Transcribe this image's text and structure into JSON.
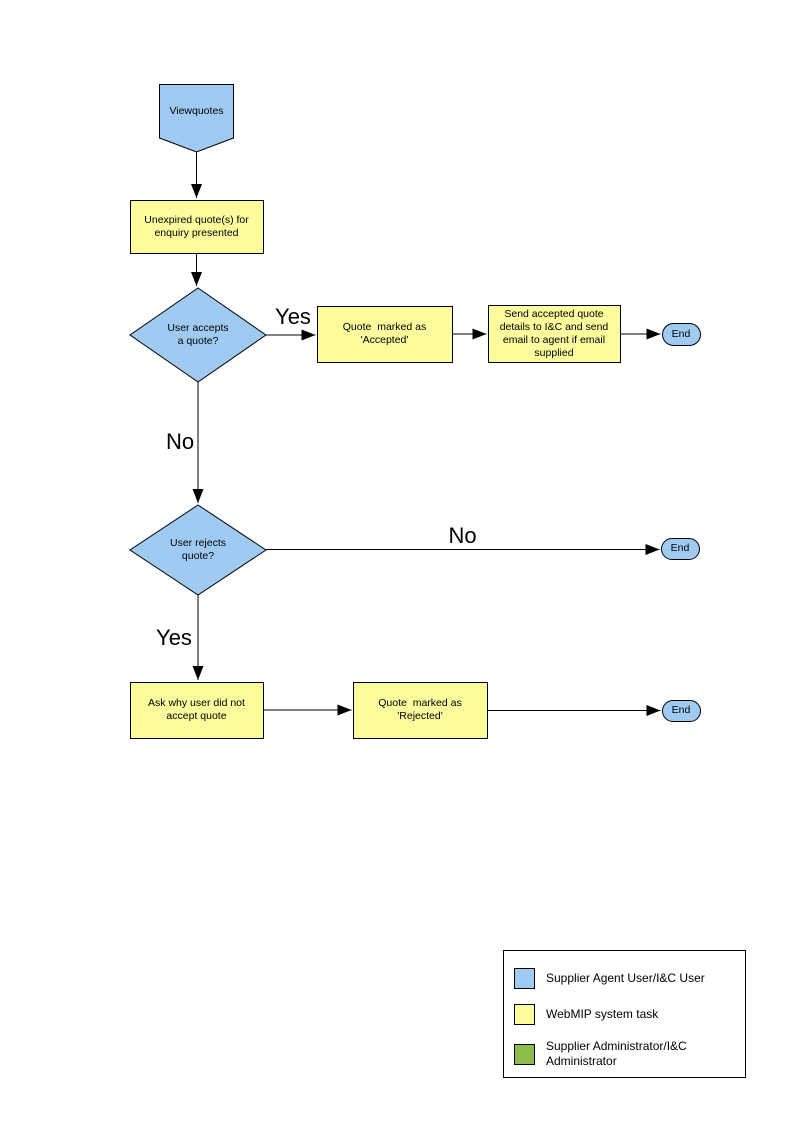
{
  "flow": {
    "nodes": {
      "start": {
        "label": "Viewquotes"
      },
      "present": {
        "label": "Unexpired quote(s) for\nenquiry presented"
      },
      "accept": {
        "label": "User accepts\na quote?"
      },
      "accepted": {
        "label": "Quote  marked as\n'Accepted'"
      },
      "send": {
        "label": "Send accepted quote\ndetails to I&C and send\nemail to agent if email\nsupplied"
      },
      "end_accept": {
        "label": "End"
      },
      "reject": {
        "label": "User rejects\nquote?"
      },
      "end_reject": {
        "label": "End"
      },
      "ask": {
        "label": "Ask why user did not\naccept quote"
      },
      "rejected": {
        "label": "Quote  marked as\n'Rejected'"
      },
      "end_rejected": {
        "label": "End"
      }
    },
    "edge_labels": {
      "accept_yes": "Yes",
      "accept_no": "No",
      "reject_no": "No",
      "reject_yes": "Yes"
    }
  },
  "colors": {
    "actor_blue": "#9FCBF2",
    "task_yellow": "#FCFC9C",
    "admin_green": "#8DBB4C",
    "connector": "#000000"
  },
  "legend": {
    "items": [
      {
        "label": "Supplier Agent User/I&C User",
        "color": "#9FCBF2"
      },
      {
        "label": "WebMIP system task",
        "color": "#FCFC9C"
      },
      {
        "label": "Supplier Administrator/I&C\nAdministrator",
        "color": "#8DBB4C"
      }
    ]
  }
}
